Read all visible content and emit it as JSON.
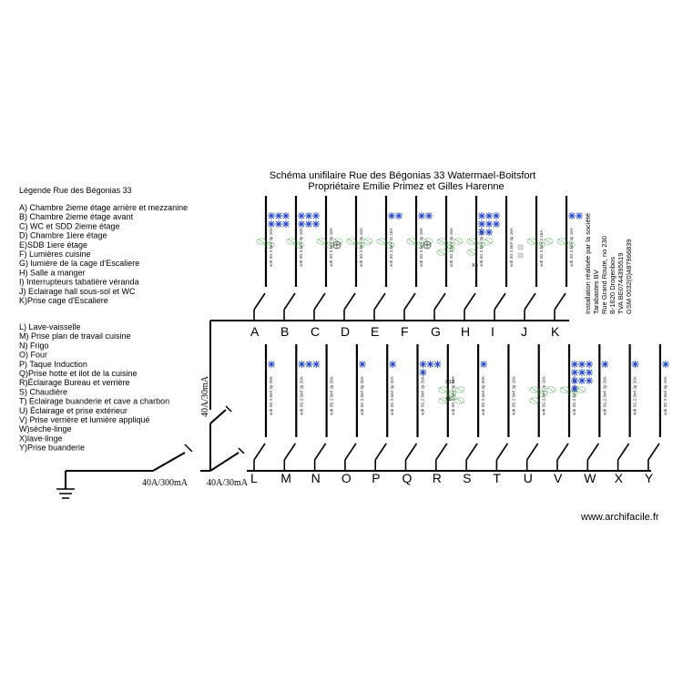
{
  "title": {
    "line1": "Schéma unifilaire Rue des Bégonias 33  Watermael-Boitsfort",
    "line2": "Propriétaire Emilie Primez et Gilles Harenne"
  },
  "legend_title": "Légende  Rue des Bégonias 33",
  "legend_top": [
    "A) Chambre 2ieme étage arrière et mezzanine",
    "B) Chambre 2ieme étage  avant",
    "C) WC et SDD 2ieme étage",
    "D) Chambre  1iere étage",
    "E)SDB 1iere étage",
    "F) Lumières cuisine",
    "G) lumière  de la cage d'Escaliere",
    "H) Salle  a manger",
    "I) Interrupteurs tabatière véranda",
    "J) Eclairage hall sous-sol et WC",
    "K)Prise cage d'Escaliere"
  ],
  "legend_bottom": [
    "L) Lave-vaisselle",
    "M) Prise plan de travail cuisine",
    "N) Frigo",
    "O) Four",
    "P) Taque Induction",
    "Q)Prise hotte et ilot de la cuisine",
    "R)Éclairage Bureau et verrière",
    "S) Chaudière",
    "T) Éclairage  buanderie et cave a charbon",
    "U) Éclairage et prise extérieur",
    "V) Prise verrière et lumière appliqué",
    "W)sèche-linge",
    "X)lave-linge",
    "Y)Prise buanderie"
  ],
  "breakers": {
    "main": "40A/300mA",
    "sub_bottom": "40A/30mA",
    "sub_top": "40A/30mA"
  },
  "top_row": [
    {
      "letter": "A",
      "cable": "vob 3G 2.5m² 2p 16A"
    },
    {
      "letter": "B",
      "cable": "vob 3G 2.5m² 2p 16A"
    },
    {
      "letter": "C",
      "cable": "vob 3G 2.5m² 2p 16A"
    },
    {
      "letter": "D",
      "cable": "vob 3G 2.5m² 2p 16A"
    },
    {
      "letter": "E",
      "cable": "vob 3G 2.5m² 2c 16A"
    },
    {
      "letter": "F",
      "cable": "vob 3G 2.5m² 2p 16A"
    },
    {
      "letter": "G",
      "cable": "vob 3G 2.5m² 2p 16A"
    },
    {
      "letter": "H",
      "cable": "vob 3G 2.5m² 2p 16A"
    },
    {
      "letter": "I",
      "cable": "vob 3G 2.5m² 2p 16A"
    },
    {
      "letter": "J",
      "cable": "vob 3G 2.5m² 2 16A"
    },
    {
      "letter": "K",
      "cable": "vob 3G 2.5m² 2p 16A"
    }
  ],
  "bottom_row": [
    {
      "letter": "L",
      "cable": "vob 3G 2.5m² 2p 20A"
    },
    {
      "letter": "M",
      "cable": "vob 3G 2.5m² 2p 20A"
    },
    {
      "letter": "N",
      "cable": "vob 3G 2.5m² 2p 20A"
    },
    {
      "letter": "O",
      "cable": "vob 3G 2.5m² 2p 20A"
    },
    {
      "letter": "P",
      "cable": "vob 3G 2.5m² 2p 32A"
    },
    {
      "letter": "Q",
      "cable": "vob 3G 2.5m² 2p 20A"
    },
    {
      "letter": "R",
      "cable": "vob 3G 2.5m² 2p 16A"
    },
    {
      "letter": "S",
      "cable": "vob 3G 2.5m² 2p 20A"
    },
    {
      "letter": "T",
      "cable": "vob 3G 2.5m² 2p 16A"
    },
    {
      "letter": "U",
      "cable": "vob 3G 2.5m² 2p 16A"
    },
    {
      "letter": "V",
      "cable": "vob 3G 2.5m² 2p 16A"
    },
    {
      "letter": "W",
      "cable": "vob 3G 2.5m² 2p 20A"
    },
    {
      "letter": "X",
      "cable": "vob 3G 2.5m² 2p 20A"
    },
    {
      "letter": "Y",
      "cable": "vob 3G 2.5m² 2p 16A"
    }
  ],
  "circuit_counts": {
    "X12": "X12",
    "X8": "X8",
    "X8b": "X8"
  },
  "installer": [
    "Installation réalisée par la société",
    "Tarabastes BV",
    "Rue Grand Route, no 230",
    "B-1620 Drogenbos",
    "TVA BE0744395519",
    "GSM 0032(0)487966839"
  ],
  "watermark": "www.archifacile.fr",
  "colors": {
    "line": "#000000",
    "socket": "#1a3cc8",
    "lamp": "#2e9b2e"
  }
}
